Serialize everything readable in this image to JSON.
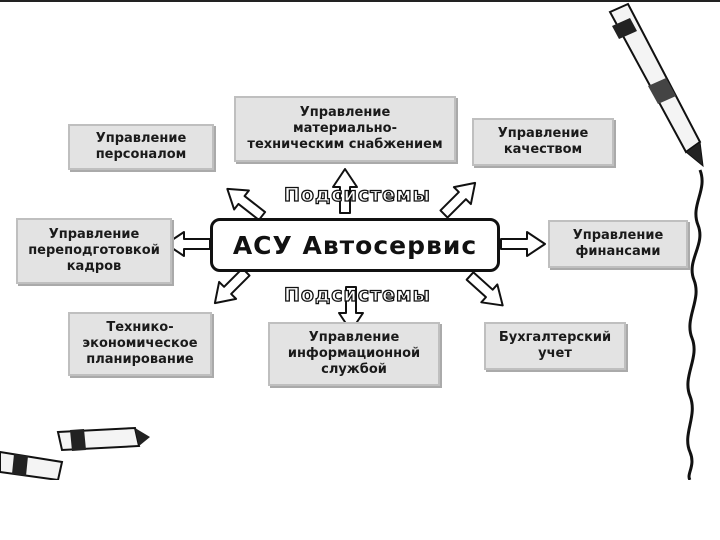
{
  "center": {
    "title": "АСУ Автосервис"
  },
  "labels": {
    "top": "Подсистемы",
    "bottom": "Подсистемы"
  },
  "subsystems": {
    "personnel": "Управление\nперсоналом",
    "supply": "Управление\nматериально-\nтехническим снабжением",
    "quality": "Управление\nкачеством",
    "retraining": "Управление\nпереподготовкой\nкадров",
    "finance": "Управление\nфинансами",
    "planning": "Технико-\nэкономическое\nпланирование",
    "info_service": "Управление\nинформационной\nслужбой",
    "accounting": "Бухгалтерский\nучет"
  },
  "colors": {
    "box_fill": "#e3e3e3",
    "arrow_fill": "#ffffff",
    "outline": "#111111"
  },
  "icons": [
    "crayon-icon",
    "crayon-pair-icon",
    "wavy-line-decoration"
  ]
}
